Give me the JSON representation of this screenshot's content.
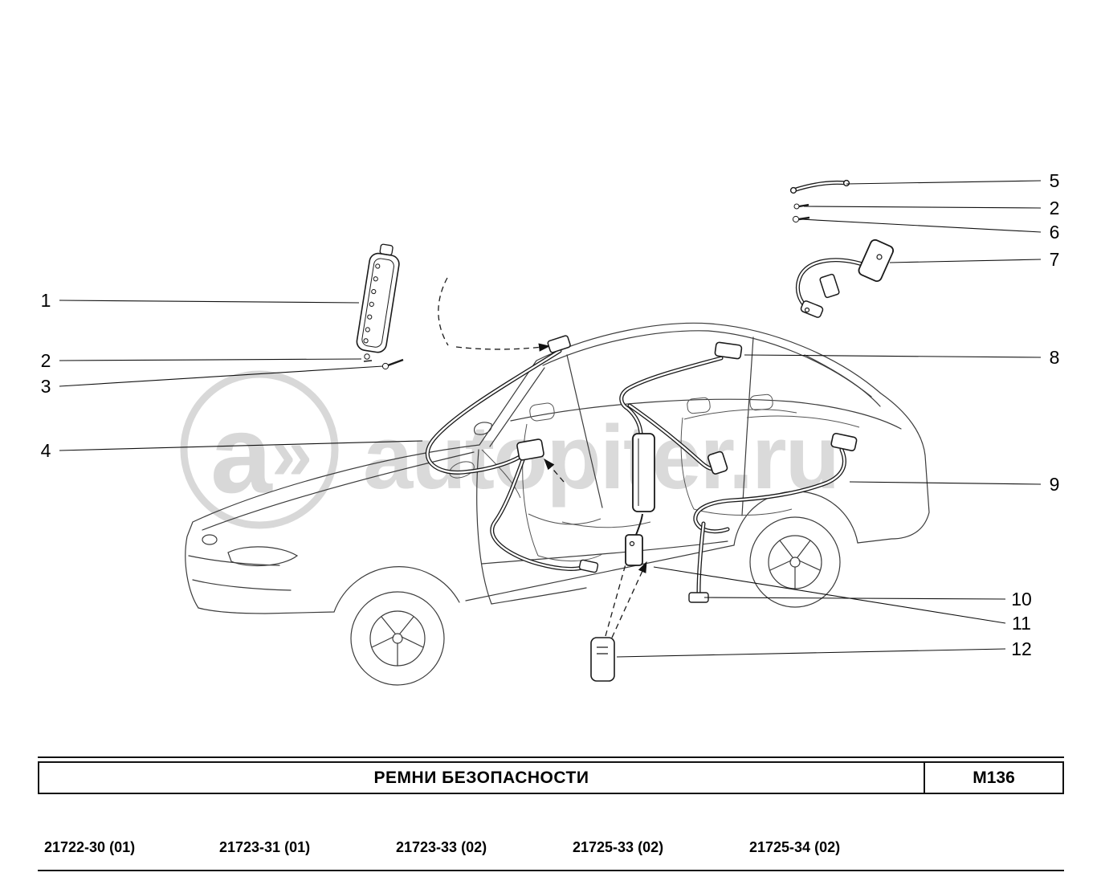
{
  "watermark": {
    "logo_letter": "a",
    "logo_chevrons": "»",
    "text": "autopiter.ru"
  },
  "callouts": {
    "left": [
      {
        "label": "1"
      },
      {
        "label": "2"
      },
      {
        "label": "3"
      },
      {
        "label": "4"
      }
    ],
    "right": [
      {
        "label": "5"
      },
      {
        "label": "2"
      },
      {
        "label": "6"
      },
      {
        "label": "7"
      },
      {
        "label": "8"
      },
      {
        "label": "9"
      },
      {
        "label": "10"
      },
      {
        "label": "11"
      },
      {
        "label": "12"
      }
    ]
  },
  "footer": {
    "title": "РЕМНИ  БЕЗОПАСНОСТИ",
    "code": "M136",
    "models": [
      "21722-30 (01)",
      "21723-31 (01)",
      "21723-33 (02)",
      "21725-33 (02)",
      "21725-34 (02)"
    ]
  }
}
